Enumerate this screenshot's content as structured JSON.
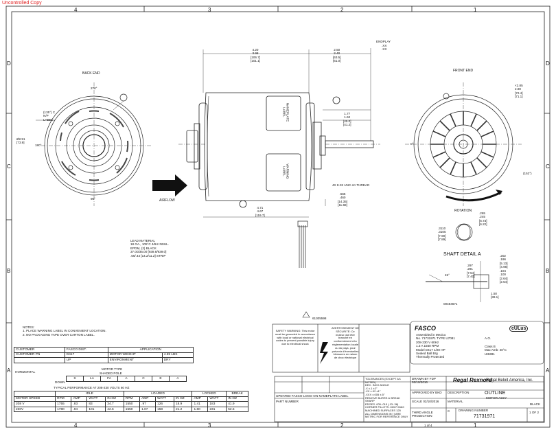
{
  "header": {
    "uncontrolled": "Uncontrolled Copy",
    "zones_top": [
      "4",
      "3",
      "2",
      "1"
    ],
    "zones_side": [
      "D",
      "C",
      "B",
      "A"
    ]
  },
  "views": {
    "back_end": "BACK END",
    "front_end": "FRONT END",
    "airflow": "AIRFLOW",
    "rotation": "ROTATION",
    "shaft_detail": "SHAFT DETAIL A",
    "endplay": "ENDPLAY",
    "thread": "4X 8-32 UNC-2A THREAD",
    "part_code": "00484671",
    "doc_ref": "61305598",
    "nameplate": "NAMEPLATE LABEL",
    "warning_label": "WARNING LABEL",
    "np_label": "N/P LABEL"
  },
  "dims": {
    "d1": "4.20",
    "d1b": "[106.7]",
    "d2": "3.98",
    "d2b": "[101.1]",
    "d3": "2.50",
    "d3b": "[63.5]",
    "d4": "2.40",
    "d4b": "[61.0]",
    "d5": "1.77",
    "d5b": "[45.0]",
    "d6": "1.62",
    "d6b": "[41.2]",
    "d7": ".XX",
    "d8": ".XX",
    "d9": "4.71",
    "d9b": "4.67",
    "d9c": "[119.7]",
    "d10": ".565",
    "d10b": ".460",
    "d10c": "[14.35]",
    "d10d": "[11.68]",
    "ang1": "270°",
    "ang2": "180°",
    "ang3": "90°",
    "ang4": "0°",
    "ang5": "(152°)",
    "dia1": "Ø2.91",
    "dia1b": "[73.9]",
    "ang6": "(135°) C",
    "fe1": "×2.85",
    "fe2": "2.80",
    "fe3": "[72.4]",
    "fe4": "[71.1]",
    "s1": ".3110",
    "s1b": ".3105",
    "s1c": "[7.90]",
    "s1d": "[7.89]",
    "s2": ".265",
    "s2b": ".245",
    "s2c": "[6.73]",
    "s2d": "[6.22]",
    "s3": ".297",
    "s3b": ".291",
    "s3c": "[7.54]",
    "s3d": "[7.40]",
    "s4": ".104",
    "s4b": ".100",
    "s4c": "[2.64]",
    "s4d": "[2.54]",
    "s5": "1.50",
    "s5b": "[38.1]",
    "s6": ".202",
    "s6b": ".196",
    "s6c": "[5.13]",
    "s6d": "[4.98]",
    "s7": "45°"
  },
  "lead_material": [
    "LEAD MATERIAL",
    "18 GA., 105°C 4/64 INSUL.",
    "EPDM, (2) BLACK",
    "37.00/35.00 [939.8/939.0]",
    ".56/.44 [14.2/11.2] STRIP"
  ],
  "notes": [
    "NOTES:",
    "1.   PLACE WARNING LABEL IN CONVENIENT LOCATION.",
    "2.   NO PACKAGING TAPE OVER CARTON LABEL."
  ],
  "warning": {
    "en": "SAFETY WARNING: This motor must be grounded in accordance with local or national electrical codes to prevent possible injury due to electrical shock",
    "fr": "AVERTISSEMENT DE SÉCURITÉ: Ce moteur doit être branché en conformément à la réglementation locale ou du pays, pour prévenir d'éventuelles blessures en raison de choc électrique"
  },
  "nameplate": {
    "brand": "FASCO",
    "lines": [
      "Assembled in Mexico",
      "No. 71731971  TYPE U7081",
      "208-230 V     60Hz",
      "1.3 A         1550 RPM",
      "Model D417    1/20 HP",
      "Sealed Ball Brg",
      "Thermally Protected",
      "Class B",
      "Max Amb: 40°C",
      "Ut6381",
      "A.O."
    ]
  },
  "spec_table": {
    "customer_label": "CUSTOMER",
    "customer": "FASCO DIST.",
    "customer_pn_label": "CUSTOMER PN",
    "customer_pn": "D417",
    "application_label": "APPLICATION",
    "motor_weight_label": "MOTOR WEIGHT",
    "motor_weight": "4.69 LBS",
    "environment_label": "ENVIRONMENT",
    "environment": "DRY",
    "up": "UP",
    "down": "DOWN",
    "horizontal": "HORIZONTAL",
    "motor_type": "MOTOR TYPE",
    "shaded_pole": "SHADED POLE",
    "perf_title": "TYPICAL PERFORMANCE AT 208-230 VOLTS 60 HZ",
    "col_groups": [
      "IDLE",
      "LOADED",
      "LOCKED",
      "BREAK"
    ],
    "letters": [
      "S",
      "LA",
      "FA",
      "A",
      "C",
      "E",
      "A"
    ],
    "headers": [
      "MOTOR SPEED",
      "RPM",
      "AMP",
      "WATT",
      "IN OZ",
      "RPM",
      "AMP",
      "WATT",
      "IN OZ",
      "AMP",
      "WATT",
      "IN OZ"
    ],
    "rows": [
      [
        "208 V",
        "1755",
        ".83",
        "83",
        "34.7",
        "1550",
        ".97",
        "126",
        "18.9",
        "1.41",
        "183",
        "41.9"
      ],
      [
        "230V",
        "1780",
        ".94",
        "101",
        "42.6",
        "1550",
        "1.07",
        "158",
        "21.2",
        "1.60",
        "231",
        "52.5"
      ]
    ]
  },
  "title_block": {
    "company": "Regal Beloit America, Inc.",
    "title": "OUTLINE",
    "subtitle": "MOTOR ASSY",
    "drawing_number": "71731971",
    "sheet": "1 OF 2",
    "sheet_note": "1 of 4",
    "size": "C",
    "drawn_by_label": "DRAWN BY",
    "drawn_by": "FDP",
    "date": "02/10/2016",
    "approved_label": "APPROVED BY",
    "approved": "BKD",
    "date2": "02/10/2016",
    "scale_label": "SCALE",
    "third_angle": "THIRD ANGLE PROJECTION",
    "desc_label": "DESCRIPTION",
    "material_label": "MATERIAL",
    "finish": "BLACK",
    "logo": "Regal Rexnord",
    "part": "PART NUMBER",
    "rev_note": "UPDATED FASCO LOGO ON NAMEPLATE LABEL",
    "tol_title": "TOLERANCES (EXCEPT AS NOTED)",
    "tol": [
      "DEC.  INCH  ANGLE",
      ".X  ±.1  ±2°",
      ".XX  ±.02  ±1°",
      ".XXX  ±.005  ±.5°"
    ],
    "tol_notes": [
      "REMOVE BURRS & BREAK SHARP",
      "EDGES .005-.015 (.13-.38)",
      "CORNER FILLETS .015 R MAX",
      "MACHINED SURFACES 125"
    ],
    "ref": "ALL DIMENSIONS IN [ ] ARE METRIC FOR REFERENCE ONLY",
    "drawing_label": "DRAWING NUMBER",
    "cert": "cULus"
  }
}
